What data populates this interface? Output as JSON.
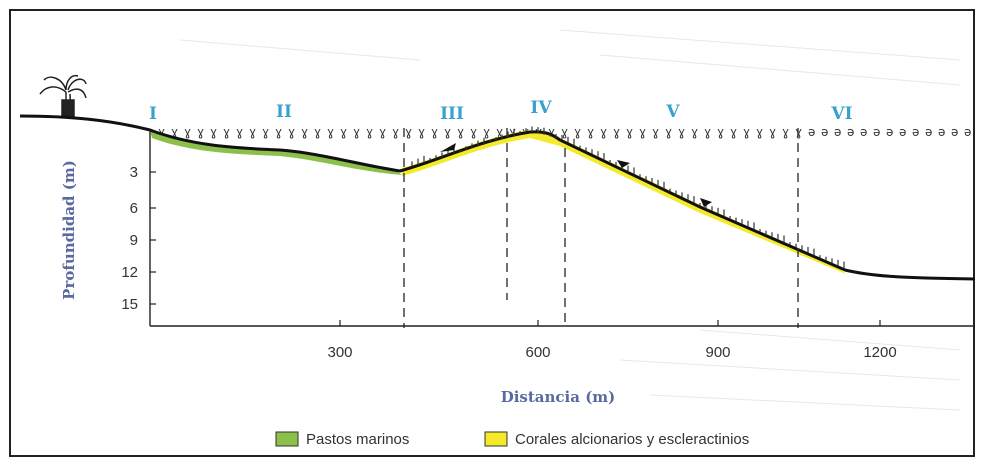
{
  "diagram": {
    "zones": [
      "I",
      "II",
      "III",
      "IV",
      "V",
      "VI"
    ],
    "y_axis": {
      "title": "Profundidad (m)",
      "ticks": [
        "3",
        "6",
        "9",
        "12",
        "15"
      ]
    },
    "x_axis": {
      "title": "Distancia (m)",
      "ticks": [
        "300",
        "600",
        "900",
        "1200"
      ]
    },
    "legend": [
      {
        "label": "Pastos marinos",
        "color": "#8cc04a"
      },
      {
        "label": "Corales alcionarios y escleractinios",
        "color": "#f5ea2a"
      }
    ],
    "colors": {
      "zone_label": "#3aa0d0",
      "axis_title": "#5a6aa0",
      "profile": "#111111"
    }
  }
}
